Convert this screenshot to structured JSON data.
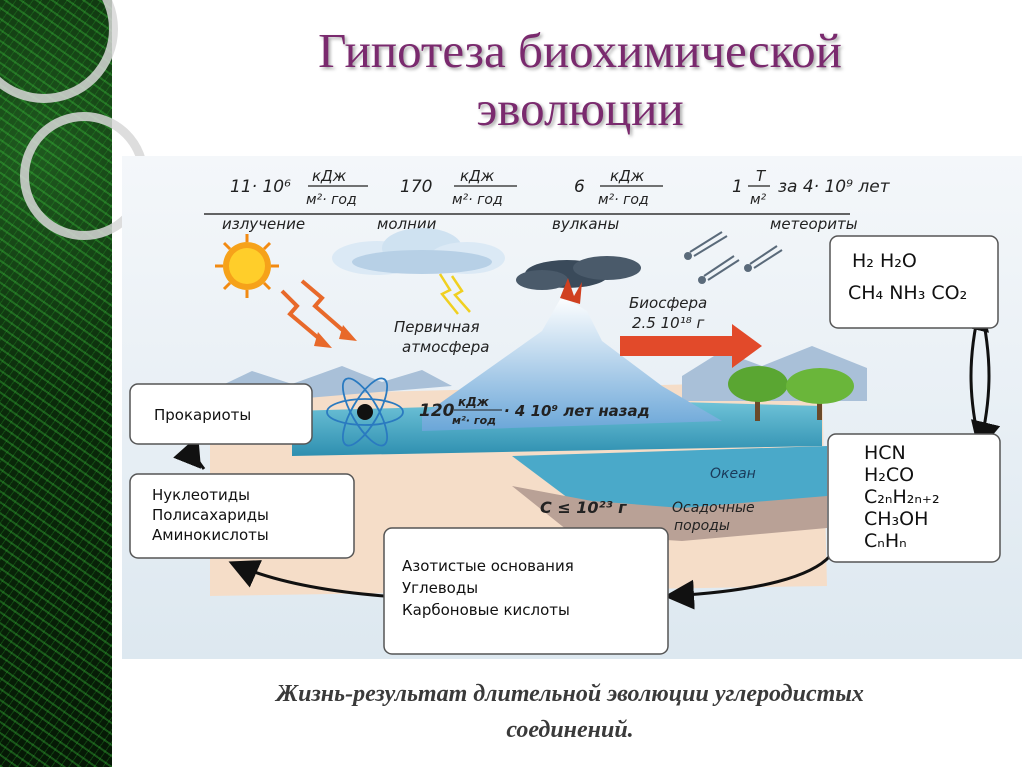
{
  "title": {
    "line1": "Гипотеза биохимической",
    "line2": "эволюции"
  },
  "energy_sources": [
    {
      "value": "11· 10⁶",
      "unit_num": "кДж",
      "unit_den": "м²· год",
      "label": "излучение"
    },
    {
      "value": "170",
      "unit_num": "кДж",
      "unit_den": "м²· год",
      "label": "молнии"
    },
    {
      "value": "6",
      "unit_num": "кДж",
      "unit_den": "м²· год",
      "label": "вулканы"
    },
    {
      "value": "1",
      "unit_num": "Т",
      "unit_den": "м²",
      "suffix": "за 4· 10⁹ лет",
      "label": "метеориты"
    }
  ],
  "scene_labels": {
    "atmosphere_line1": "Первичная",
    "atmosphere_line2": "атмосфера",
    "biosphere_line1": "Биосфера",
    "biosphere_line2": "2.5 10¹⁸ г",
    "nuclear_value": "120",
    "nuclear_unit_num": "кДж",
    "nuclear_unit_den": "м²· год",
    "nuclear_suffix": "· 4 10⁹ лет назад",
    "ocean": "Океан",
    "sediment_line1": "Осадочные",
    "sediment_line2": "породы",
    "carbon": "C ≤ 10²³ г"
  },
  "boxes": {
    "gases": {
      "line1": "H₂  H₂O",
      "line2": "CH₄  NH₃ CO₂"
    },
    "organics": [
      "HCN",
      "H₂CO",
      "C₂ₙH₂ₙ₊₂",
      "CH₃OH",
      "CₙHₙ"
    ],
    "bases": [
      "Азотистые основания",
      "Углеводы",
      "Карбоновые  кислоты"
    ],
    "polymers": [
      "Нуклеотиды",
      "Полисахариды",
      "Аминокислоты"
    ],
    "prokaryotes": "Прокариоты"
  },
  "caption": {
    "line1": "Жизнь-результат длительной эволюции углеродистых",
    "line2": "соединений."
  }
}
